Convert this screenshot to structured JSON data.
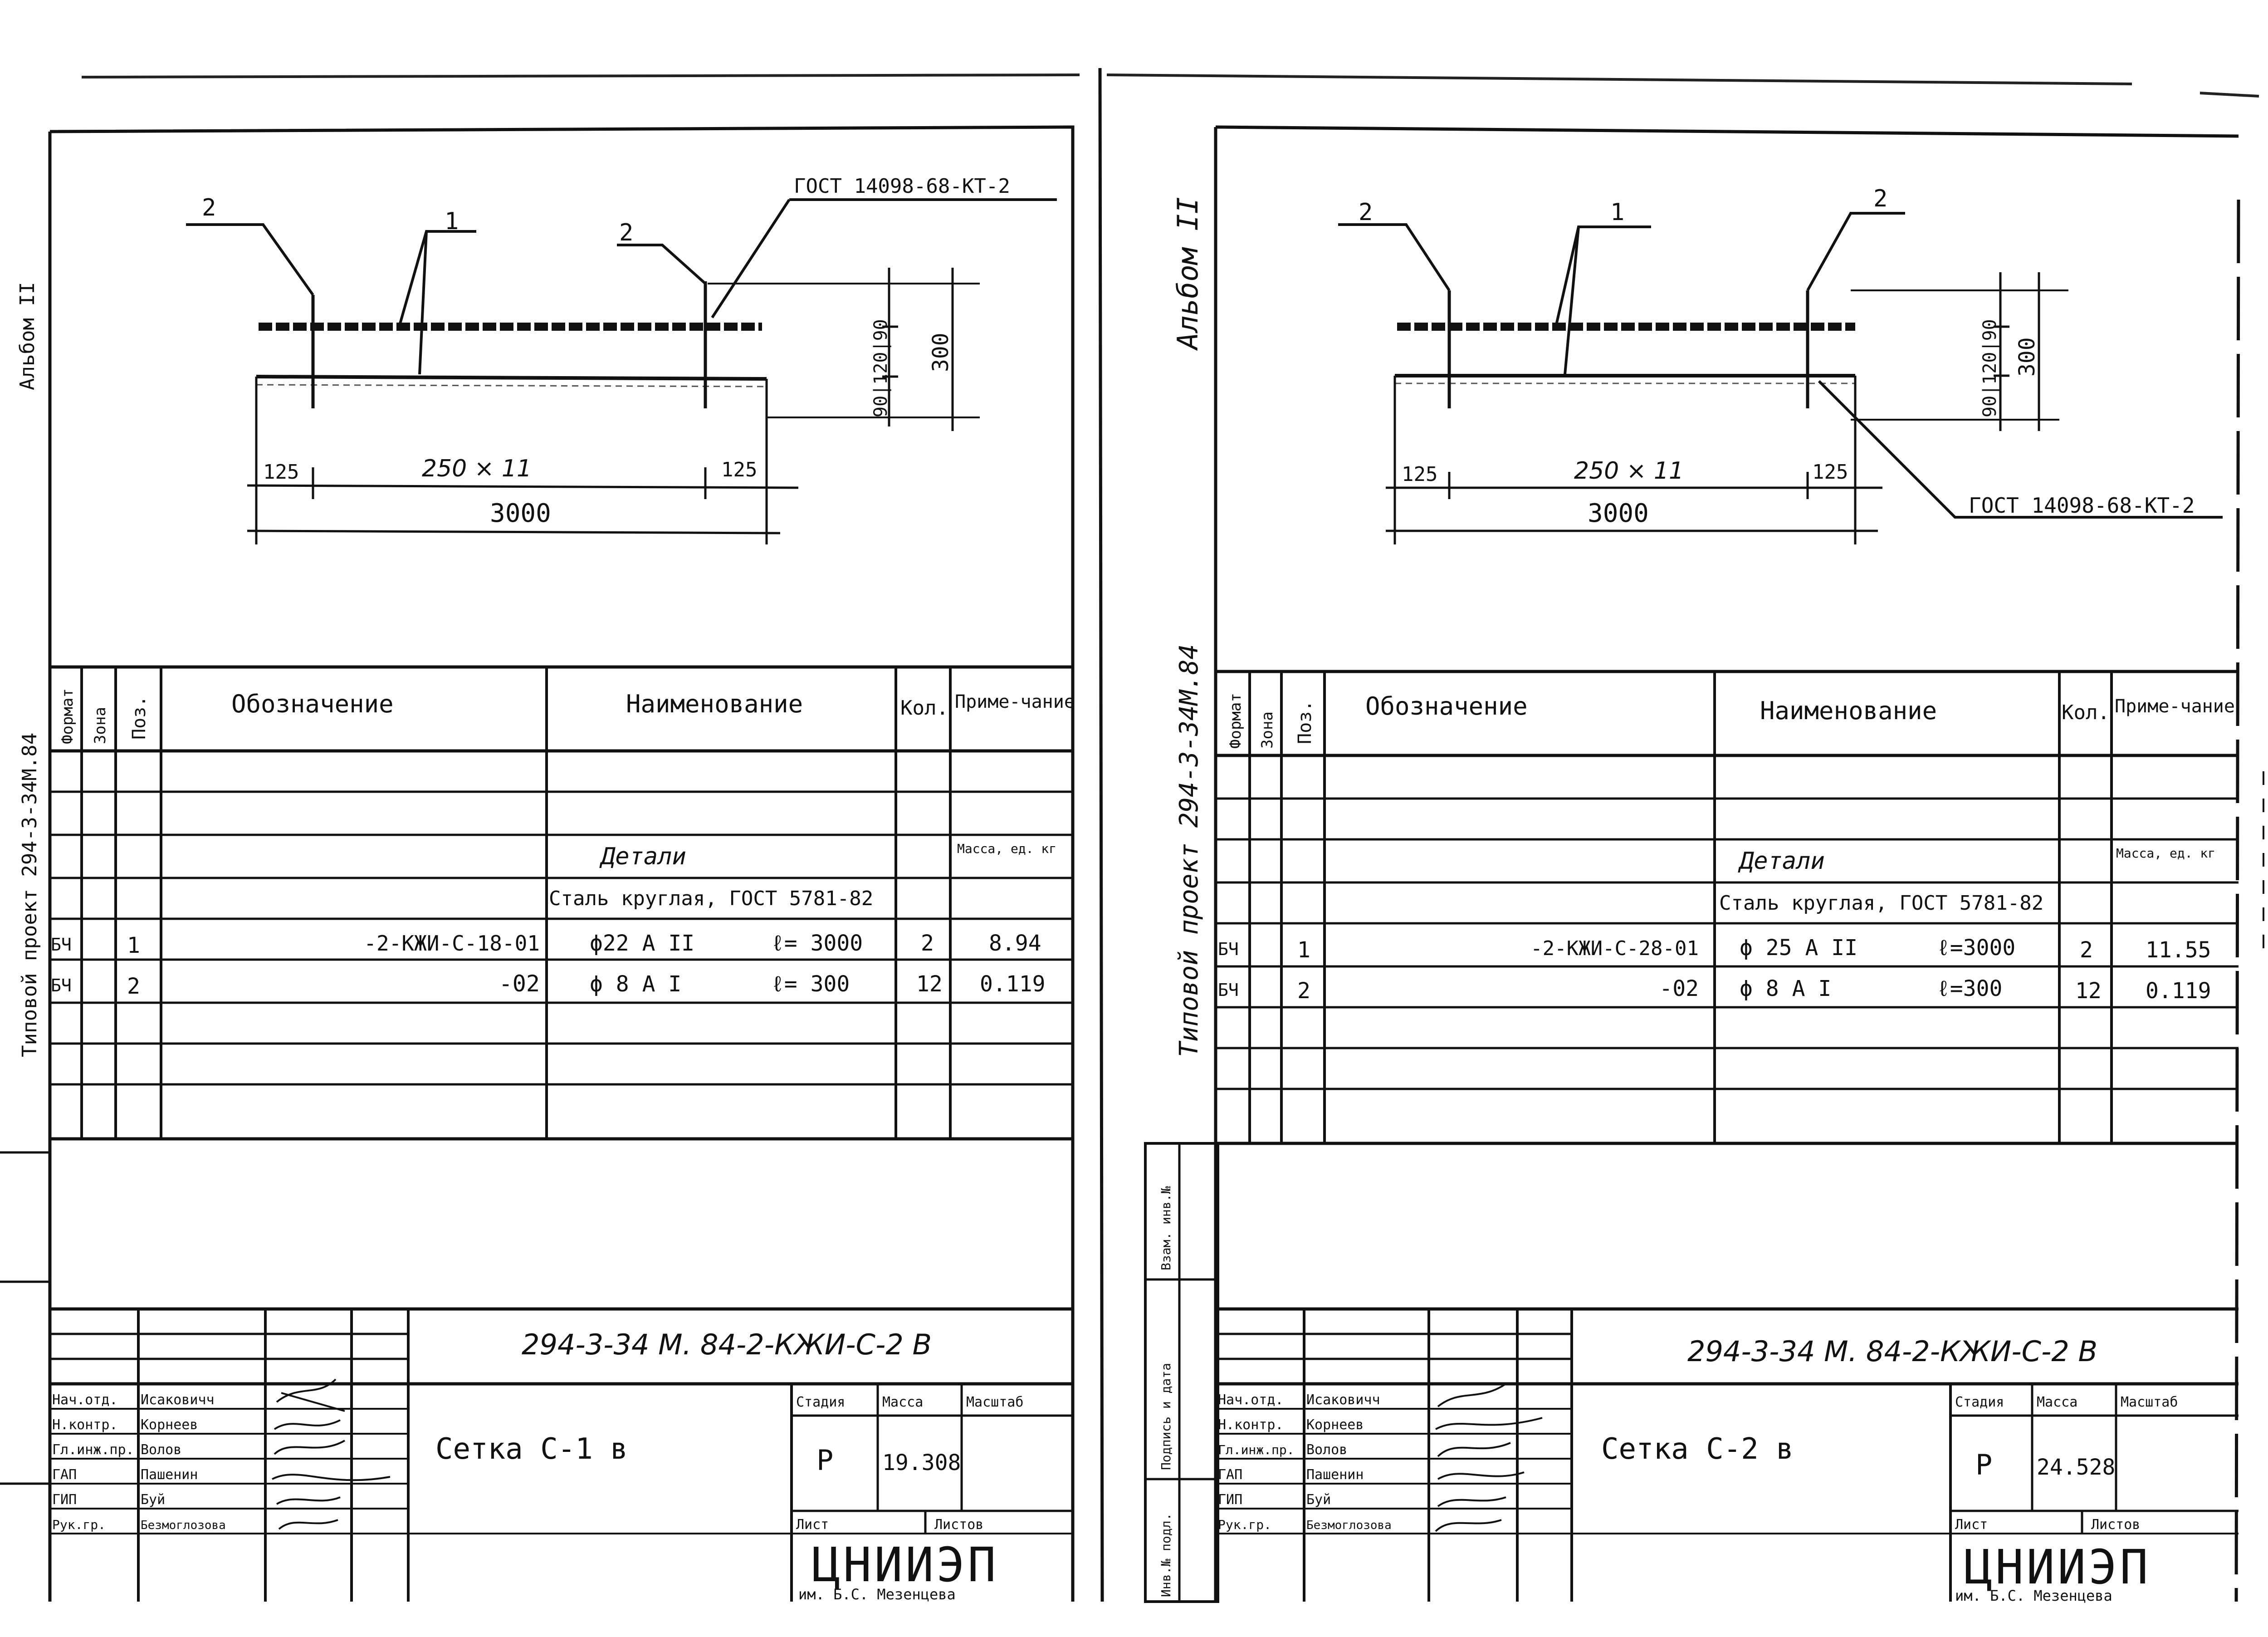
{
  "sheets": [
    {
      "album_label": "Альбом  II",
      "side_project_label": "Типовой  проект  294-3-34М.84",
      "drawing": {
        "callout_2a": "2",
        "callout_1": "1",
        "callout_2b": "2",
        "gost_note": "ГОСТ 14098-68-КТ-2",
        "dim_stack": "90|120|90",
        "dim_height": "300",
        "dim_left": "125",
        "dim_mid": "250 × 11",
        "dim_right": "125",
        "dim_total": "3000"
      },
      "spec": {
        "headers": [
          "Формат",
          "Зона",
          "Поз.",
          "Обозначение",
          "Наименование",
          "Кол.",
          "Приме-чание"
        ],
        "section_title": "Детали",
        "mass_label": "Масса, ед. кг",
        "material": "Сталь круглая, ГОСТ 5781-82",
        "rows": [
          {
            "fmt": "БЧ",
            "pos": "1",
            "designation": "-2-КЖИ-С-18-01",
            "name": "ϕ22 А II",
            "len": "ℓ= 3000",
            "qty": "2",
            "note": "8.94"
          },
          {
            "fmt": "БЧ",
            "pos": "2",
            "designation": "-02",
            "name": "ϕ 8 А I",
            "len": "ℓ= 300",
            "qty": "12",
            "note": "0.119"
          }
        ]
      },
      "title_block": {
        "code": "294-3-34 М. 84-2-КЖИ-С-2 В",
        "staff": [
          {
            "role": "Нач.отд.",
            "name": "Исаковичч"
          },
          {
            "role": "Н.контр.",
            "name": "Корнеев"
          },
          {
            "role": "Гл.инж.пр.",
            "name": "Волов"
          },
          {
            "role": "ГАП",
            "name": "Пашенин"
          },
          {
            "role": "ГИП",
            "name": "Буй"
          },
          {
            "role": "Рук.гр.",
            "name": "Безмоглозова"
          }
        ],
        "item_title": "Сетка С-1 в",
        "stage_label": "Стадия",
        "mass_label": "Масса",
        "scale_label": "Масштаб",
        "stage": "Р",
        "mass": "19.308",
        "sheet_label": "Лист",
        "sheets_label": "Листов",
        "org": "ЦНИИЭП",
        "org_sub": "им. Б.С. Мезенцева"
      }
    },
    {
      "album_label": "Альбом  II",
      "side_project_label": "Типовой  проект  294-3-34М.84",
      "side_stamp_labels": [
        "Инв.№ подл.",
        "Подпись и дата",
        "Взам. инв.№"
      ],
      "drawing": {
        "callout_2a": "2",
        "callout_1": "1",
        "callout_2b": "2",
        "gost_note": "ГОСТ 14098-68-КТ-2",
        "dim_stack": "90|120|90",
        "dim_height": "300",
        "dim_left": "125",
        "dim_mid": "250 × 11",
        "dim_right": "125",
        "dim_total": "3000"
      },
      "spec": {
        "headers": [
          "Формат",
          "Зона",
          "Поз.",
          "Обозначение",
          "Наименование",
          "Кол.",
          "Приме-чание"
        ],
        "section_title": "Детали",
        "mass_label": "Масса, ед. кг",
        "material": "Сталь круглая, ГОСТ 5781-82",
        "rows": [
          {
            "fmt": "БЧ",
            "pos": "1",
            "designation": "-2-КЖИ-С-28-01",
            "name": "ϕ 25 А II",
            "len": "ℓ=3000",
            "qty": "2",
            "note": "11.55"
          },
          {
            "fmt": "БЧ",
            "pos": "2",
            "designation": "-02",
            "name": "ϕ 8 А I",
            "len": "ℓ=300",
            "qty": "12",
            "note": "0.119"
          }
        ]
      },
      "title_block": {
        "code": "294-3-34 М. 84-2-КЖИ-С-2 В",
        "staff": [
          {
            "role": "Нач.отд.",
            "name": "Исаковичч"
          },
          {
            "role": "Н.контр.",
            "name": "Корнеев"
          },
          {
            "role": "Гл.инж.пр.",
            "name": "Волов"
          },
          {
            "role": "ГАП",
            "name": "Пашенин"
          },
          {
            "role": "ГИП",
            "name": "Буй"
          },
          {
            "role": "Рук.гр.",
            "name": "Безмоглозова"
          }
        ],
        "item_title": "Сетка С-2 в",
        "stage_label": "Стадия",
        "mass_label": "Масса",
        "scale_label": "Масштаб",
        "stage": "Р",
        "mass": "24.528",
        "sheet_label": "Лист",
        "sheets_label": "Листов",
        "org": "ЦНИИЭП",
        "org_sub": "им. Б.С. Мезенцева"
      }
    }
  ]
}
